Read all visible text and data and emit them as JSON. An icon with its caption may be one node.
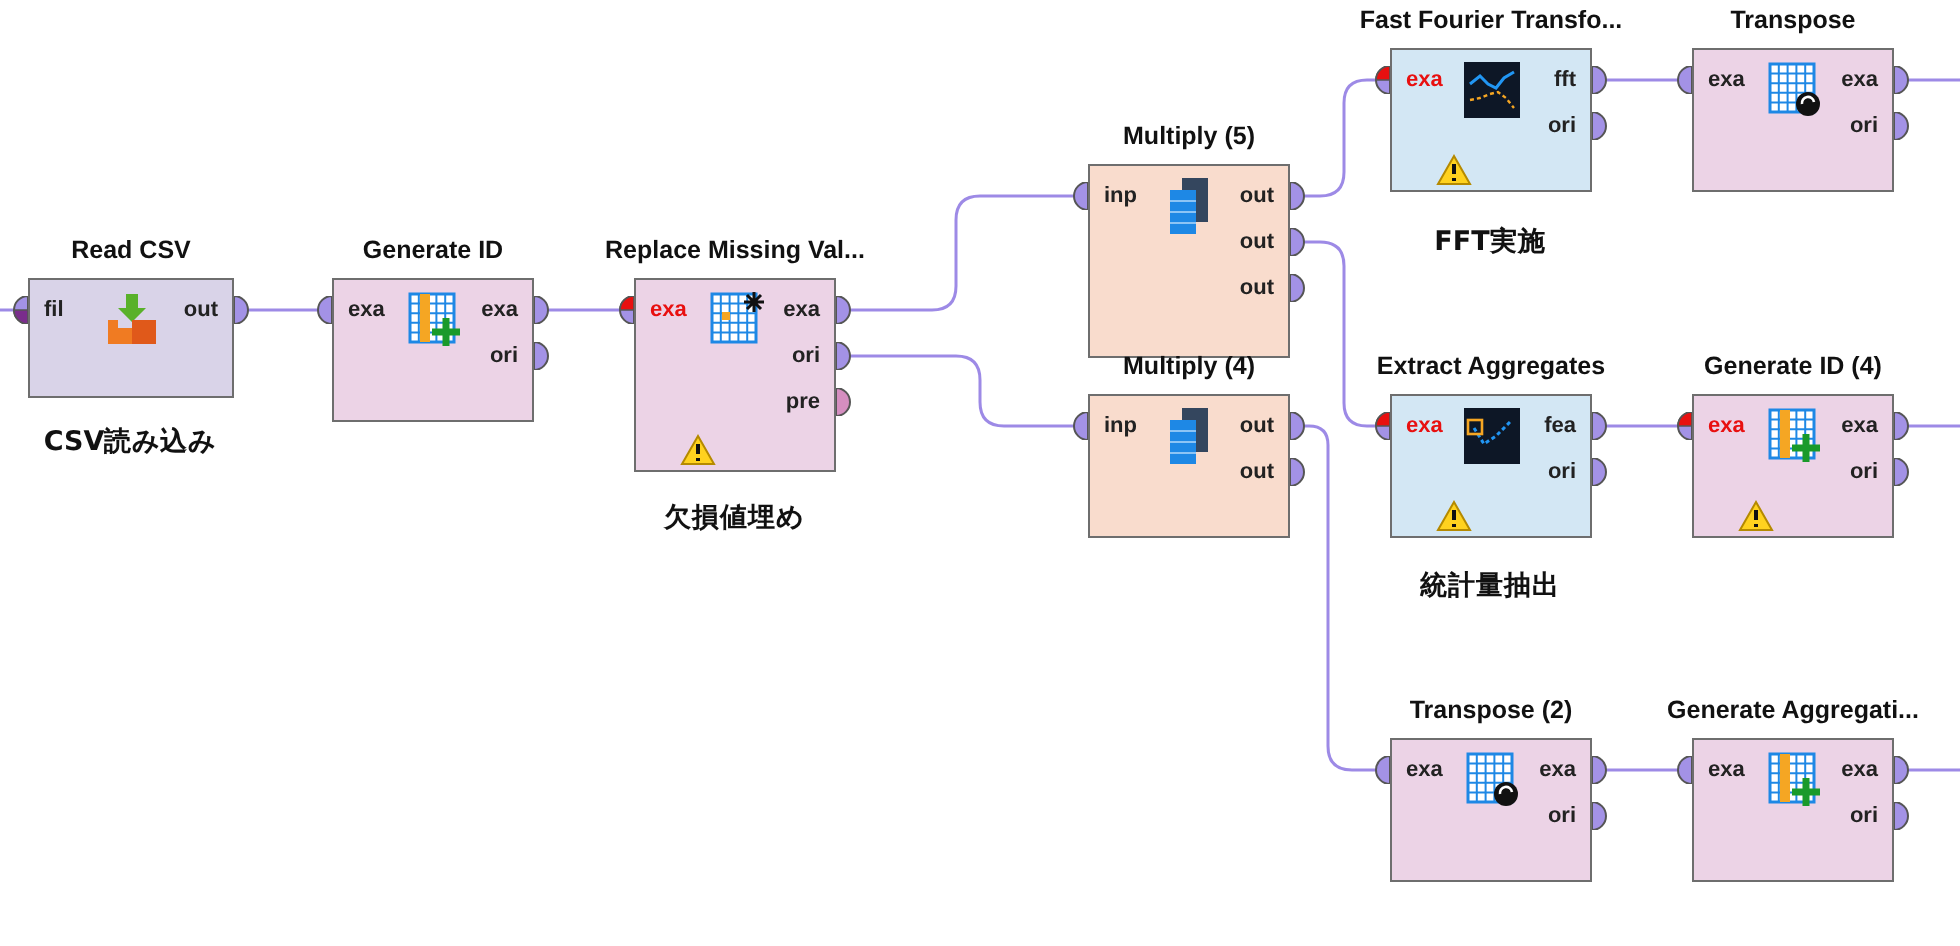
{
  "diagram": {
    "nodes": [
      {
        "text": [
          "Read CSV",
          "fil",
          "out"
        ],
        "beside": [
          "CSV読み込み"
        ]
      },
      {
        "text": [
          "Generate ID",
          "exa",
          "exa",
          "ori"
        ]
      },
      {
        "text": [
          "Replace Missing Val...",
          "exa",
          "exa",
          "ori",
          "pre"
        ],
        "beside": [
          "欠損値埋め"
        ]
      },
      {
        "text": [
          "Multiply (5)",
          "inp",
          "out",
          "out",
          "out"
        ]
      },
      {
        "text": [
          "Multiply (4)",
          "inp",
          "out",
          "out"
        ]
      },
      {
        "text": [
          "Fast Fourier Transfo...",
          "exa",
          "fft",
          "ori"
        ],
        "beside": [
          "FFT実施"
        ]
      },
      {
        "text": [
          "Transpose",
          "exa",
          "exa",
          "ori"
        ]
      },
      {
        "text": [
          "Extract Aggregates",
          "exa",
          "fea",
          "ori"
        ],
        "beside": [
          "統計量抽出"
        ]
      },
      {
        "text": [
          "Generate ID (4)",
          "exa",
          "exa",
          "ori"
        ]
      },
      {
        "text": [
          "Transpose (2)",
          "exa",
          "exa",
          "ori"
        ]
      },
      {
        "text": [
          "Generate Aggregati...",
          "exa",
          "exa",
          "ori"
        ]
      }
    ],
    "edges": [
      {
        "from": null,
        "to": 0,
        "arrow": "none"
      },
      {
        "from": 0,
        "to": 1,
        "arrow": "none"
      },
      {
        "from": 1,
        "to": 2,
        "arrow": "none"
      },
      {
        "from": 2,
        "to": 3,
        "arrow": "none"
      },
      {
        "from": 2,
        "to": 4,
        "arrow": "none"
      },
      {
        "from": 3,
        "to": 5,
        "arrow": "none"
      },
      {
        "from": 3,
        "to": 7,
        "arrow": "none"
      },
      {
        "from": 4,
        "to": 9,
        "arrow": "none"
      },
      {
        "from": 5,
        "to": 6,
        "arrow": "none"
      },
      {
        "from": 6,
        "to": null,
        "arrow": "none"
      },
      {
        "from": 7,
        "to": 8,
        "arrow": "none"
      },
      {
        "from": 8,
        "to": null,
        "arrow": "none"
      },
      {
        "from": 9,
        "to": 10,
        "arrow": "none"
      },
      {
        "from": 10,
        "to": null,
        "arrow": "none"
      }
    ]
  }
}
